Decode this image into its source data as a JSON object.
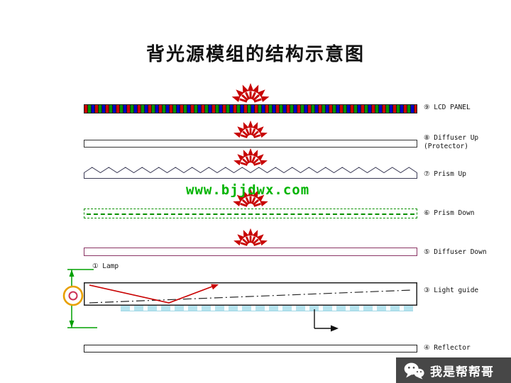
{
  "title": "背光源模组的结构示意图",
  "watermark": "www.bjjdwx.com",
  "layers": [
    {
      "label": "⑨ LCD PANEL"
    },
    {
      "label": "⑧ Diffuser Up",
      "sublabel": "(Protector)"
    },
    {
      "label": "⑦ Prism Up"
    },
    {
      "label": "⑥ Prism Down"
    },
    {
      "label": "⑤ Diffuser Down"
    },
    {
      "label": "③ Light guide"
    },
    {
      "label": "④ Reflector"
    }
  ],
  "lamp_label": "① Lamp",
  "badge": {
    "text": "我是帮帮哥",
    "icon": "wechat-icon"
  },
  "colors": {
    "ray_red": "#c80000",
    "watermark_green": "#00b400",
    "prism_down_green": "#089000",
    "diffuser_down_purple": "#8a3464",
    "lcd_stripe_red": "#cf0000",
    "lcd_stripe_green": "#009300",
    "lcd_stripe_blue": "#0000c8",
    "lamp_yellow": "#e8a000",
    "lamp_inner_red": "#cc3355",
    "dot_pattern_cyan": "#b5e3ee",
    "dimension_green": "#00a000",
    "badge_bg": "#474747"
  }
}
